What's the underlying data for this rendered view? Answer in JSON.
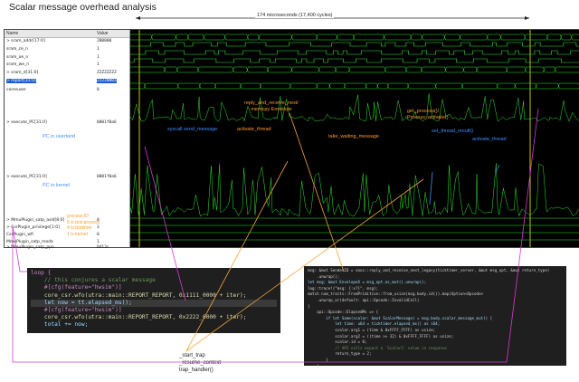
{
  "title": "Scalar message overhead analysis",
  "span_label": "174 microseconds (17,400 cycles)",
  "viewer": {
    "name_header": "Name",
    "value_header": "Value",
    "signals": [
      {
        "name": "> sram_addr[17:0]",
        "value": "2B0000"
      },
      {
        "name": "  sram_ce_n",
        "value": "1"
      },
      {
        "name": "  sram_oe_n",
        "value": "1"
      },
      {
        "name": "  sram_we_n",
        "value": "1"
      },
      {
        "name": "> sram_d[31:0]",
        "value": "ZZZZZZZZ"
      },
      {
        "name": "> report[31:0]",
        "value": "22220003"
      },
      {
        "name": "  coresuser",
        "value": "0"
      },
      {
        "name": "> execute_PC[31:0]",
        "value": "0001f0a6"
      },
      {
        "name": "> execute_PC[31:0]",
        "value": "0001f0a6"
      },
      {
        "name": "> MmuPlugin_satp_asid[8:0]",
        "value": "0"
      },
      {
        "name": "> CsrPlugin_privilege[1:0]",
        "value": "3"
      },
      {
        "name": "  CsrPlugin_wfi",
        "value": "0"
      },
      {
        "name": "  MmuPlugin_satp_mode",
        "value": "1"
      },
      {
        "name": "> MmuPlugin_satp_ppn",
        "value": "0413c"
      }
    ],
    "lane_labels": {
      "pc_user": "PC in userland",
      "pc_kernel": "PC in kernel"
    },
    "process_legend": [
      "process ID",
      "5 is test process",
      "4 is ticktimer",
      "1 is kernel"
    ]
  },
  "annotations": {
    "syscall_send": "syscall send_message",
    "activate_thread_1": "activate_thread",
    "reply_receive": [
      "reply_and_receive_next/",
      "memcpy Envelope"
    ],
    "take_waiting": "take_waiting_message",
    "get_process": [
      "get_process()/",
      "Process::activate()"
    ],
    "set_thread_result": "set_thread_result()",
    "activate_thread_2": "activate_thread"
  },
  "code_user": {
    "lines": [
      "loop {",
      "    // this conjures a scalar message",
      "    #[cfg(feature=\"hwsim\")]",
      "    core_csr.wfo(utra::main::REPORT_REPORT, 0x1111_0000 + iter);",
      "    let now = tt.elapsed_ms();",
      "    #[cfg(feature=\"hwsim\")]",
      "    core_csr.wfo(utra::main::REPORT_REPORT, 0x2222_0000 + iter);",
      "    total += now;"
    ]
  },
  "code_server": {
    "lines": [
      "msg: &mut SenderID = xous::reply_and_receive_next_legacy(ticktimer_server, &mut msg_opt, &mut return_type)",
      "    .unwrap();",
      "let msg: &mut EnvelopeX = msg_opt.as_mut().unwrap();",
      "log::trace!(\"msg: {:x?}\", msg);",
      "match num_traits::FromPrimitive::from_usize(msg.body.id()).map(Option<Opcode>",
      "    .unwrap_or(default: api::Opcode::InvalidCall)",
      "{",
      "    api::Opcode::ElapsedMs => {",
      "        if let Some(scalar: &mut ScalarMessage) = msg.body.scalar_message_mut() {",
      "            let time: u64 = ticktimer.elapsed_ms() as i64;",
      "            scalar.arg1 = (time & 0xFFFF_FFFF) as usize;",
      "            scalar.arg2 = ((time >> 32) & 0xFFFF_FFFF) as usize;",
      "            scalar.id = 0;",
      "",
      "            // API calls expect a `Scalar2` value in response",
      "            return_type = 2;",
      "        }",
      "    }"
    ]
  },
  "trap_labels": [
    "_start_trap",
    "_resume_context",
    "trap_handler()"
  ],
  "colors": {
    "wave_green": "#2ee82e",
    "annotation_blue": "#3f8fff",
    "annotation_orange": "#ff9a2e",
    "arrow_magenta": "#d63ad6",
    "arrow_orange": "#f2a53a",
    "marker_yellow": "#f5f500"
  }
}
